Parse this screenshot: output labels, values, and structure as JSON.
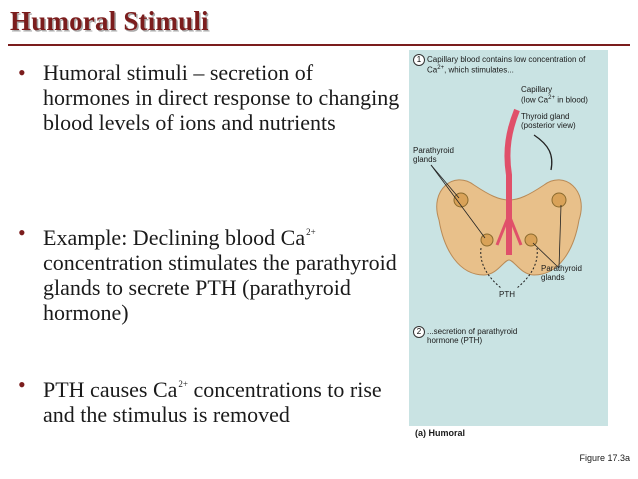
{
  "slide": {
    "title": "Humoral Stimuli",
    "bullet_char": "•",
    "bullets": [
      {
        "text": "Humoral stimuli – secretion of hormones in direct response to changing blood levels of ions and nutrients"
      },
      {
        "pre": "Example: Declining blood Ca",
        "sup": "2+",
        "post": " concentration stimulates the parathyroid glands to secrete PTH (parathyroid hormone)"
      },
      {
        "pre": "PTH causes Ca",
        "sup": "2+",
        "post": " concentrations to rise and the stimulus is removed"
      }
    ]
  },
  "figure": {
    "step1_num": "1",
    "step1_text_pre": "Capillary blood contains low concentration of Ca",
    "step1_sup": "2+",
    "step1_text_post": ", which stimulates...",
    "capillary_label_1": "Capillary",
    "capillary_label_2_pre": "(low Ca",
    "capillary_label_2_sup": "2+",
    "capillary_label_2_post": " in blood)",
    "thyroid_label": "Thyroid gland (posterior view)",
    "parathyroid_left_label": "Parathyroid glands",
    "parathyroid_right_label": "Parathyroid glands",
    "pth_label": "PTH",
    "step2_num": "2",
    "step2_text": "...secretion of parathyroid hormone (PTH)",
    "panel_label": "(a) Humoral",
    "caption": "Figure 17.3a",
    "colors": {
      "background": "#c9e3e3",
      "gland": "#e2b27a",
      "capillary": "#e0506a"
    }
  }
}
